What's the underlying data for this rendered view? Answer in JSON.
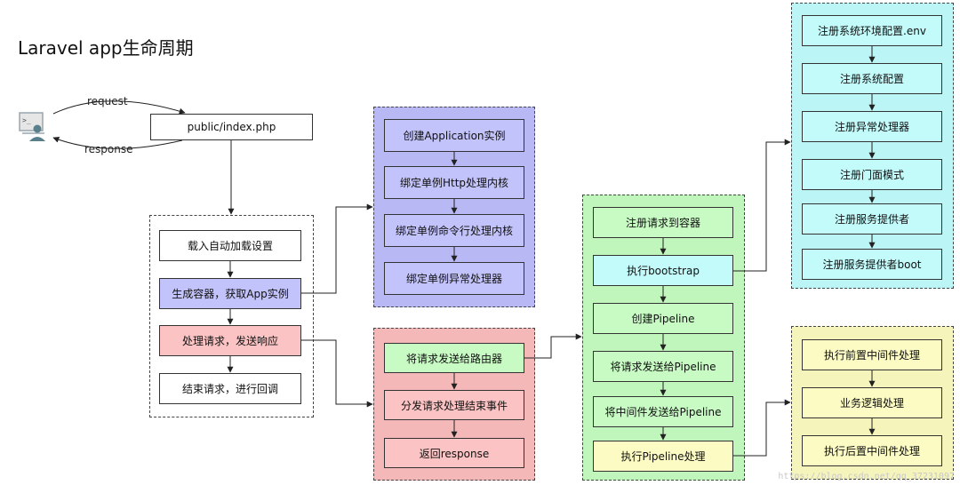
{
  "title": "Laravel app生命周期",
  "client": {
    "request_label": "request",
    "response_label": "response",
    "icon": "terminal-user-icon"
  },
  "entry": {
    "label": "public/index.php"
  },
  "main_flow": [
    "载入自动加载设置",
    "生成容器，获取App实例",
    "处理请求，发送响应",
    "结束请求，进行回调"
  ],
  "app_instance": [
    "创建Application实例",
    "绑定单例Http处理内核",
    "绑定单例命令行处理内核",
    "绑定单例异常处理器"
  ],
  "request_handling": [
    "将请求发送给路由器",
    "分发请求处理结束事件",
    "返回response"
  ],
  "router": [
    "注册请求到容器",
    "执行bootstrap",
    "创建Pipeline",
    "将请求发送给Pipeline",
    "将中间件发送给Pipeline",
    "执行Pipeline处理"
  ],
  "bootstrap": [
    "注册系统环境配置.env",
    "注册系统配置",
    "注册异常处理器",
    "注册门面模式",
    "注册服务提供者",
    "注册服务提供者boot"
  ],
  "pipeline": [
    "执行前置中间件处理",
    "业务逻辑处理",
    "执行后置中间件处理"
  ],
  "watermark": "https://blog.csdn.net/qq_37231097",
  "colors": {
    "purple": "#c3c3fb",
    "pink": "#fbc3c3",
    "green": "#c7fbc3",
    "cyan": "#c3fbfb",
    "yellow": "#fbfbc3",
    "white": "#ffffff",
    "line": "#222222"
  }
}
